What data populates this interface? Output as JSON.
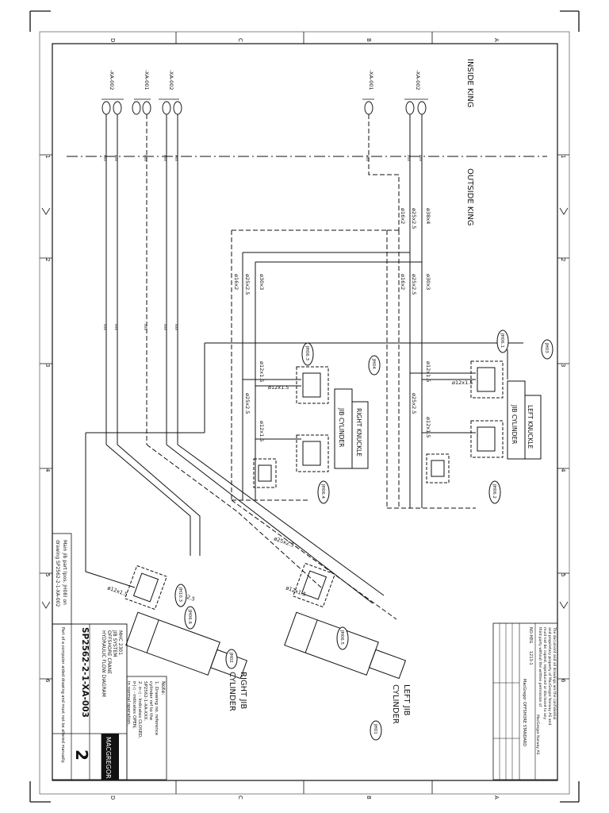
{
  "regions": {
    "inside": "INSIDE KING",
    "outside": "OUTSIDE KING"
  },
  "connectors_left": [
    "-XA-002",
    "-XA-001",
    "-XA-002"
  ],
  "connectors_right": [
    "-XA-001",
    "-XA-002"
  ],
  "knuckles": {
    "left": "LEFT KNUCKLE",
    "right": "RIGHT KNUCKLE",
    "jib_cylinder": "JIB CYLINDER"
  },
  "cylinders": {
    "left": [
      "LEFT JIB",
      "CYLINDER"
    ],
    "right": [
      "RIGHT JIB",
      "CYLINDER"
    ]
  },
  "tags": {
    "jh03": "JH03",
    "jh04": "JH04",
    "jh01": "JH01",
    "jh02": "JH02",
    "jh061": "JH06.1",
    "jh062": "JH06.2",
    "jh063": "JH06.3",
    "jh064": "JH06.4",
    "jh065": "JH06.5",
    "jh066": "JH06.6",
    "jh103": "JH10.3"
  },
  "pipes": {
    "p38x4": "ø38x4",
    "p25x25": "ø25x2.5",
    "p30x3": "ø30x3",
    "p16x2": "ø16x2",
    "p12x15": "ø12x1.5",
    "p16x2b": "ø16x2"
  },
  "main_part_note": [
    "Main jib part (pos. JH08) on",
    "drawing SP2562-2-1-XA-002"
  ],
  "notes": {
    "title": "Note:",
    "lines": [
      "1. Drawing no. reference",
      "   cylinder ref to the",
      "   SP2562-1-XA-XXX.",
      "2. ⊳◁ - Indicates CLOSED,",
      "   ⊳|◁ - indicates OPEN,",
      "   in normal operation."
    ]
  },
  "title_block": {
    "project": "MHC 2301",
    "system": "JIB SYSTEM",
    "client": "OFFSHORE CRANE",
    "diagram": "HYDRAULIC FLOW DIAGRAM",
    "drawing_no": "SP2562-2-1-XA-003",
    "sheet": "2",
    "company": "MACGREGOR",
    "footer": "Part of a computer aided drawing and must not be altered manually."
  },
  "confidential": [
    "The document and all drawings are the confidential",
    "and proprietary property of MacGregor Norway AS and",
    "must not be copied, reproduced or disclosed to any",
    "third party without the written permission of",
    "MacGregor Norway AS"
  ],
  "revision": {
    "ref": "NO-HEG",
    "code": "1213-1",
    "owner": "MacGregor OFFSHORE STANDARD"
  },
  "grid": {
    "numbers": [
      "1",
      "2",
      "3",
      "4",
      "5",
      "6"
    ],
    "letters": [
      "D",
      "C",
      "B",
      "A"
    ]
  }
}
